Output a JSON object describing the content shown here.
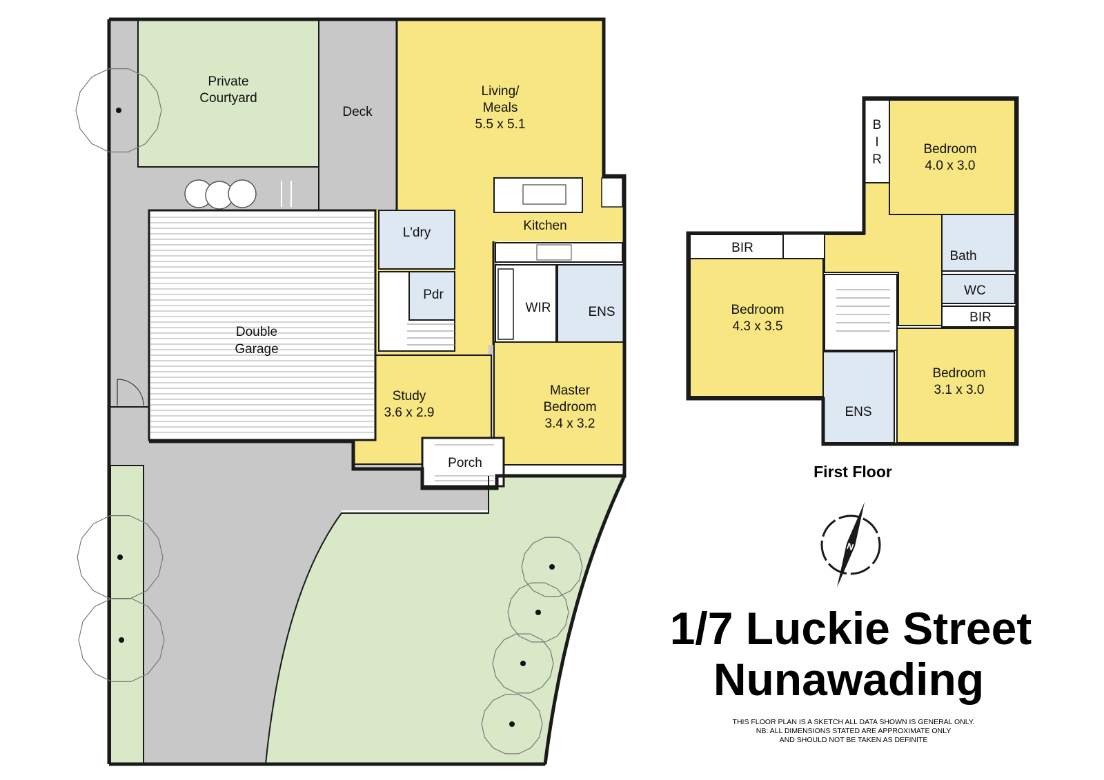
{
  "title": {
    "line1": "1/7 Luckie Street",
    "line2": "Nunawading"
  },
  "first_floor_label": "First Floor",
  "disclaimer": [
    "THIS FLOOR PLAN IS A SKETCH ALL DATA SHOWN IS GENERAL ONLY.",
    "NB: ALL DIMENSIONS STATED ARE APPROXIMATE ONLY",
    "AND SHOULD NOT BE TAKEN AS DEFINITE"
  ],
  "compass": {
    "letter": "N"
  },
  "ground_floor": {
    "courtyard": [
      "Private",
      "Courtyard"
    ],
    "deck": "Deck",
    "living": [
      "Living/",
      "Meals",
      "5.5 x 5.1"
    ],
    "kitchen": "Kitchen",
    "laundry": "L'dry",
    "powder": "Pdr",
    "garage": [
      "Double",
      "Garage"
    ],
    "wir": "WIR",
    "ens": "ENS",
    "study": [
      "Study",
      "3.6 x 2.9"
    ],
    "master": [
      "Master",
      "Bedroom",
      "3.4 x 3.2"
    ],
    "porch": "Porch"
  },
  "first_floor": {
    "bir_vertical": [
      "B",
      "I",
      "R"
    ],
    "bed_top": [
      "Bedroom",
      "4.0 x 3.0"
    ],
    "bath": "Bath",
    "wc": "WC",
    "bir_left": "BIR",
    "bir_right": "BIR",
    "bed_left": [
      "Bedroom",
      "4.3 x 3.5"
    ],
    "bed_right": [
      "Bedroom",
      "3.1 x 3.0"
    ],
    "ens": "ENS"
  },
  "colors": {
    "room": "#f7e681",
    "garden": "#d9e8c6",
    "paving": "#c8c8c8",
    "wet": "#dde8f2",
    "wall": "#1a1a1a"
  }
}
